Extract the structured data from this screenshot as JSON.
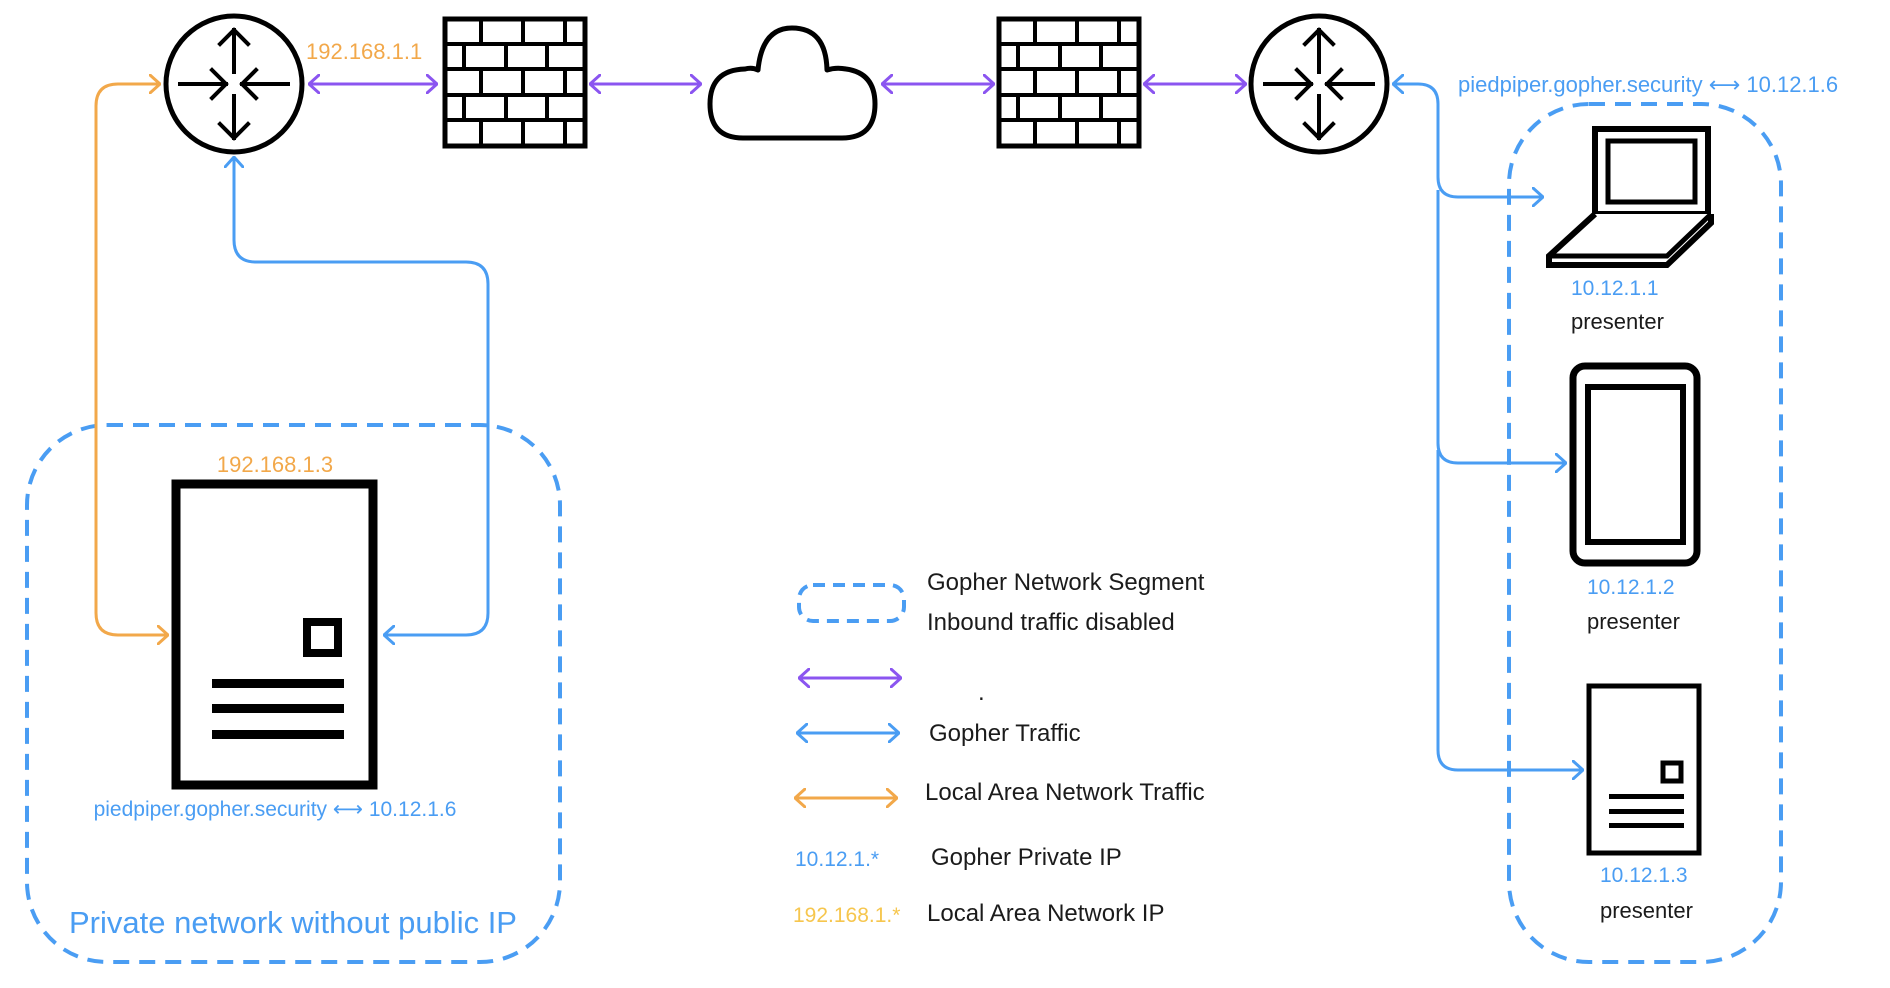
{
  "colors": {
    "purple": "#8b55f0",
    "blue": "#4a9df3",
    "orange": "#f2a84a",
    "yellow": "#f6c64e",
    "text": "#1b1b1b",
    "icon": "#000000"
  },
  "top_chain": {
    "left_router_ip": "192.168.1.1",
    "right_router_dns": "piedpiper.gopher.security ⟷ 10.12.1.6"
  },
  "private_network": {
    "server_ip": "192.168.1.3",
    "server_dns": "piedpiper.gopher.security ⟷ 10.12.1.6",
    "caption": "Private network without public IP"
  },
  "gopher_segment": {
    "devices": [
      {
        "type": "laptop",
        "ip": "10.12.1.1",
        "role": "presenter"
      },
      {
        "type": "tablet",
        "ip": "10.12.1.2",
        "role": "presenter"
      },
      {
        "type": "server",
        "ip": "10.12.1.3",
        "role": "presenter"
      }
    ]
  },
  "legend": {
    "segment_line1": "Gopher Network Segment",
    "segment_line2": "Inbound traffic disabled",
    "purple_label": ".",
    "blue_label": "Gopher Traffic",
    "orange_label": "Local Area Network Traffic",
    "gopher_ip_sample": "10.12.1.*",
    "gopher_ip_label": "Gopher Private IP",
    "lan_ip_sample": "192.168.1.*",
    "lan_ip_label": "Local Area Network IP"
  }
}
